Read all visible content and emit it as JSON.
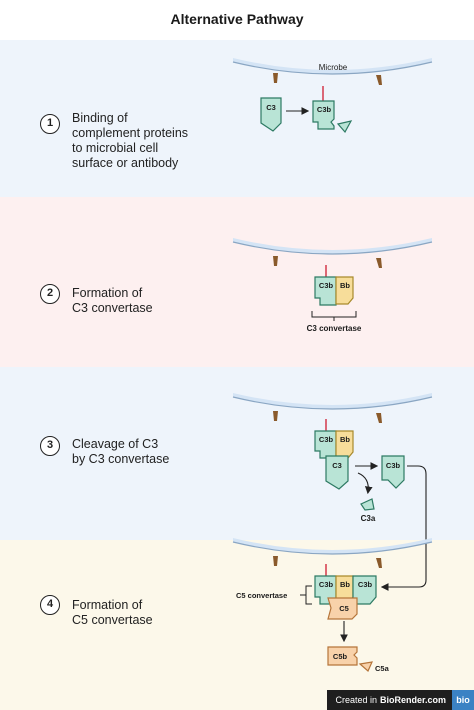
{
  "title": "Alternative Pathway",
  "colors": {
    "panel_1": "#eef4fb",
    "panel_2": "#fdf0f0",
    "panel_3": "#eef4fb",
    "panel_4": "#fcf8ea",
    "c3_fill": "#b9e4d6",
    "c3_stroke": "#2d7a63",
    "bb_fill": "#f7dd9a",
    "bb_stroke": "#a88a2c",
    "c5_fill": "#f8d2aa",
    "c5_stroke": "#b5753a",
    "antibody": "#8a5a2b",
    "linker": "#d12b3f",
    "membrane": "#d4e4f5"
  },
  "steps": [
    {
      "number": "1",
      "lines": [
        "Binding of",
        "complement proteins",
        "to microbial cell",
        "surface or antibody"
      ]
    },
    {
      "number": "2",
      "lines": [
        "Formation of",
        "C3 convertase"
      ]
    },
    {
      "number": "3",
      "lines": [
        "Cleavage of C3",
        "by C3 convertase"
      ]
    },
    {
      "number": "4",
      "lines": [
        "Formation of",
        "C5 convertase"
      ]
    }
  ],
  "labels": {
    "microbe": "Microbe",
    "c3": "C3",
    "c3b": "C3b",
    "c3a": "C3a",
    "bb": "Bb",
    "c5": "C5",
    "c5b": "C5b",
    "c5a": "C5a",
    "c3_convertase": "C3 convertase",
    "c5_convertase": "C5 convertase"
  },
  "footer": {
    "prefix": "Created in",
    "brand": "BioRender.com",
    "logo": "bio"
  }
}
